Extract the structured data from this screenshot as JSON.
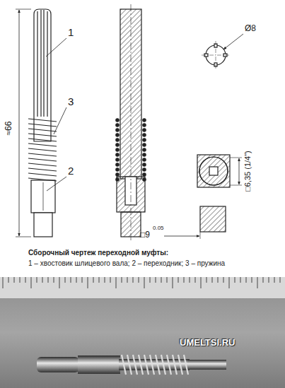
{
  "diagram": {
    "caption": "Сборочный чертеж переходной муфты:",
    "labels": [
      "1",
      "3",
      "2",
      "≈66",
      "Ø8",
      "□6,35 (1/4\")",
      "□9",
      "0.05",
      "1 – хвостовик шлицевого вала; 2 – переходник; 3 – пружина",
      "UMELTSI.RU"
    ]
  }
}
